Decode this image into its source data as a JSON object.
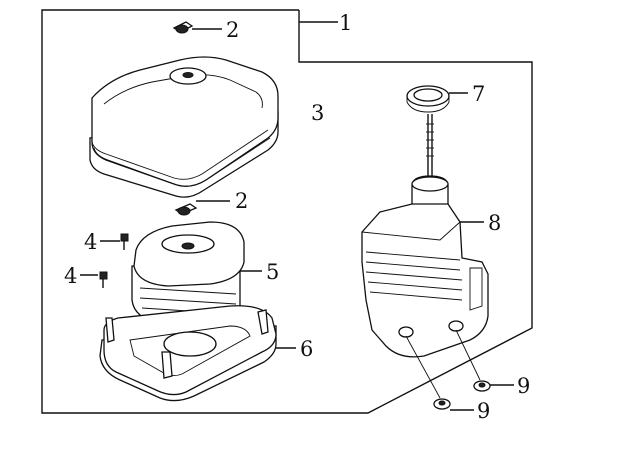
{
  "callouts": {
    "c1": "1",
    "c2a": "2",
    "c2b": "2",
    "c3": "3",
    "c4a": "4",
    "c4b": "4",
    "c5": "5",
    "c6": "6",
    "c7": "7",
    "c8": "8",
    "c9a": "9",
    "c9b": "9"
  }
}
